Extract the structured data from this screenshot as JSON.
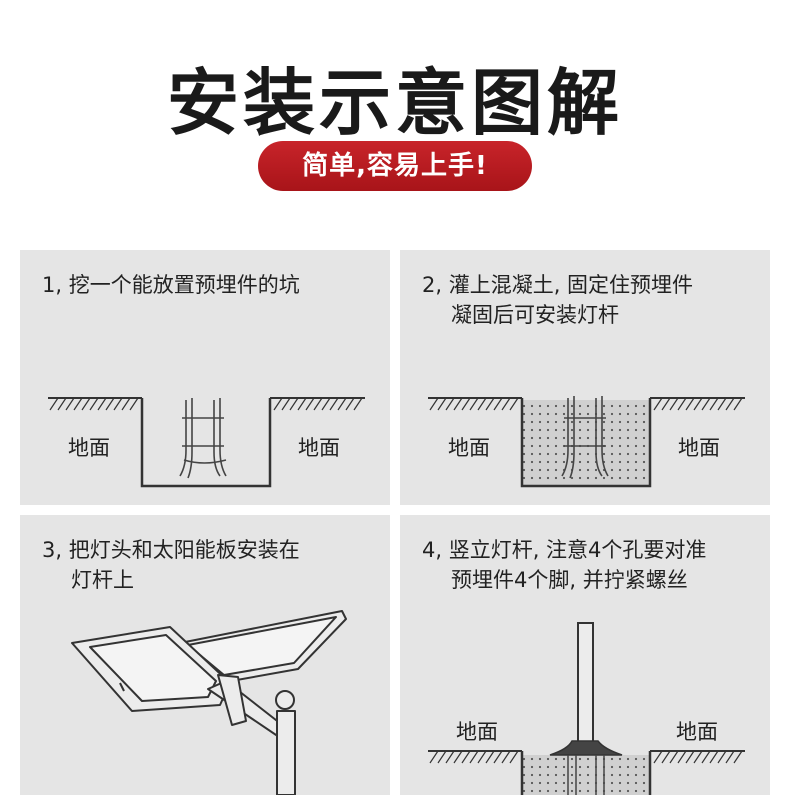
{
  "header": {
    "title": "安装示意图解",
    "badge": "简单,容易上手!"
  },
  "steps": [
    {
      "line1": "1, 挖一个能放置预埋件的坑",
      "line2": ""
    },
    {
      "line1": "2, 灌上混凝土, 固定住预埋件",
      "line2": "凝固后可安装灯杆"
    },
    {
      "line1": "3, 把灯头和太阳能板安装在",
      "line2": "灯杆上"
    },
    {
      "line1": "4, 竖立灯杆, 注意4个孔要对准",
      "line2": "预埋件4个脚, 并拧紧螺丝"
    }
  ],
  "labels": {
    "ground": "地面"
  },
  "colors": {
    "badge": "#b81c21",
    "panel": "#e5e5e5",
    "line": "#333333"
  }
}
